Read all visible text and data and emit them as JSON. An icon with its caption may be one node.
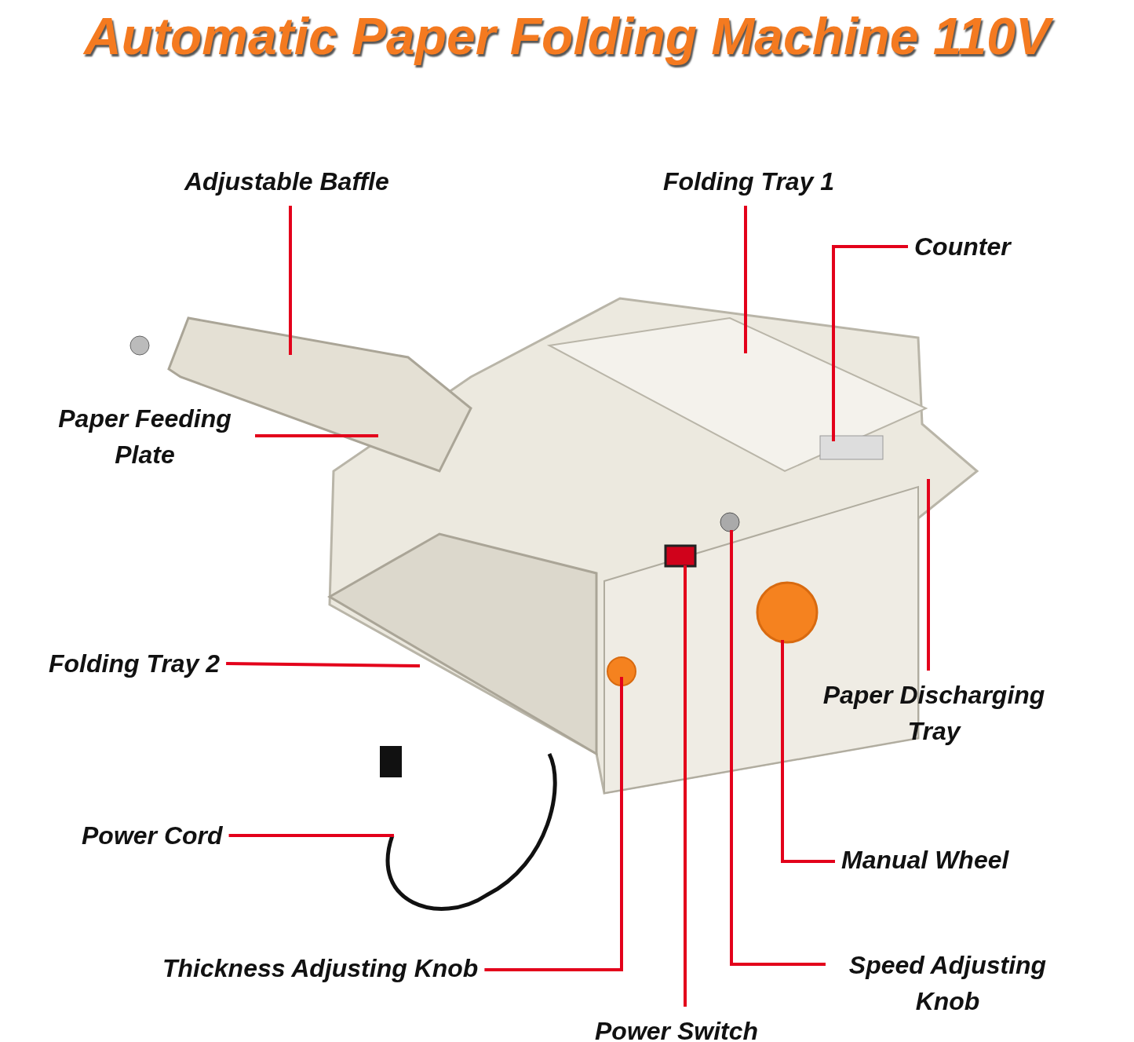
{
  "diagram": {
    "title": "Automatic Paper Folding Machine 110V",
    "nodes": [
      {
        "text": [
          "Adjustable Baffle"
        ]
      },
      {
        "text": [
          "Folding Tray 1"
        ]
      },
      {
        "text": [
          "Counter"
        ]
      },
      {
        "text": [
          "Paper Feeding Plate"
        ]
      },
      {
        "text": [
          "Folding Tray 2"
        ]
      },
      {
        "text": [
          "Paper Discharging Tray"
        ]
      },
      {
        "text": [
          "Power Cord"
        ]
      },
      {
        "text": [
          "Manual Wheel"
        ]
      },
      {
        "text": [
          "Thickness Adjusting Knob"
        ]
      },
      {
        "text": [
          "Speed Adjusting Knob"
        ]
      },
      {
        "text": [
          "Power Switch"
        ]
      }
    ],
    "edges": [
      {
        "from": 0,
        "to": null,
        "arrow": "none"
      },
      {
        "from": 1,
        "to": null,
        "arrow": "none"
      },
      {
        "from": 2,
        "to": null,
        "arrow": "none"
      },
      {
        "from": 3,
        "to": null,
        "arrow": "none"
      },
      {
        "from": 4,
        "to": null,
        "arrow": "none"
      },
      {
        "from": 5,
        "to": null,
        "arrow": "none"
      },
      {
        "from": 6,
        "to": null,
        "arrow": "none"
      },
      {
        "from": 7,
        "to": null,
        "arrow": "none"
      },
      {
        "from": 8,
        "to": null,
        "arrow": "none"
      },
      {
        "from": 9,
        "to": null,
        "arrow": "none"
      },
      {
        "from": 10,
        "to": null,
        "arrow": "none"
      }
    ]
  }
}
